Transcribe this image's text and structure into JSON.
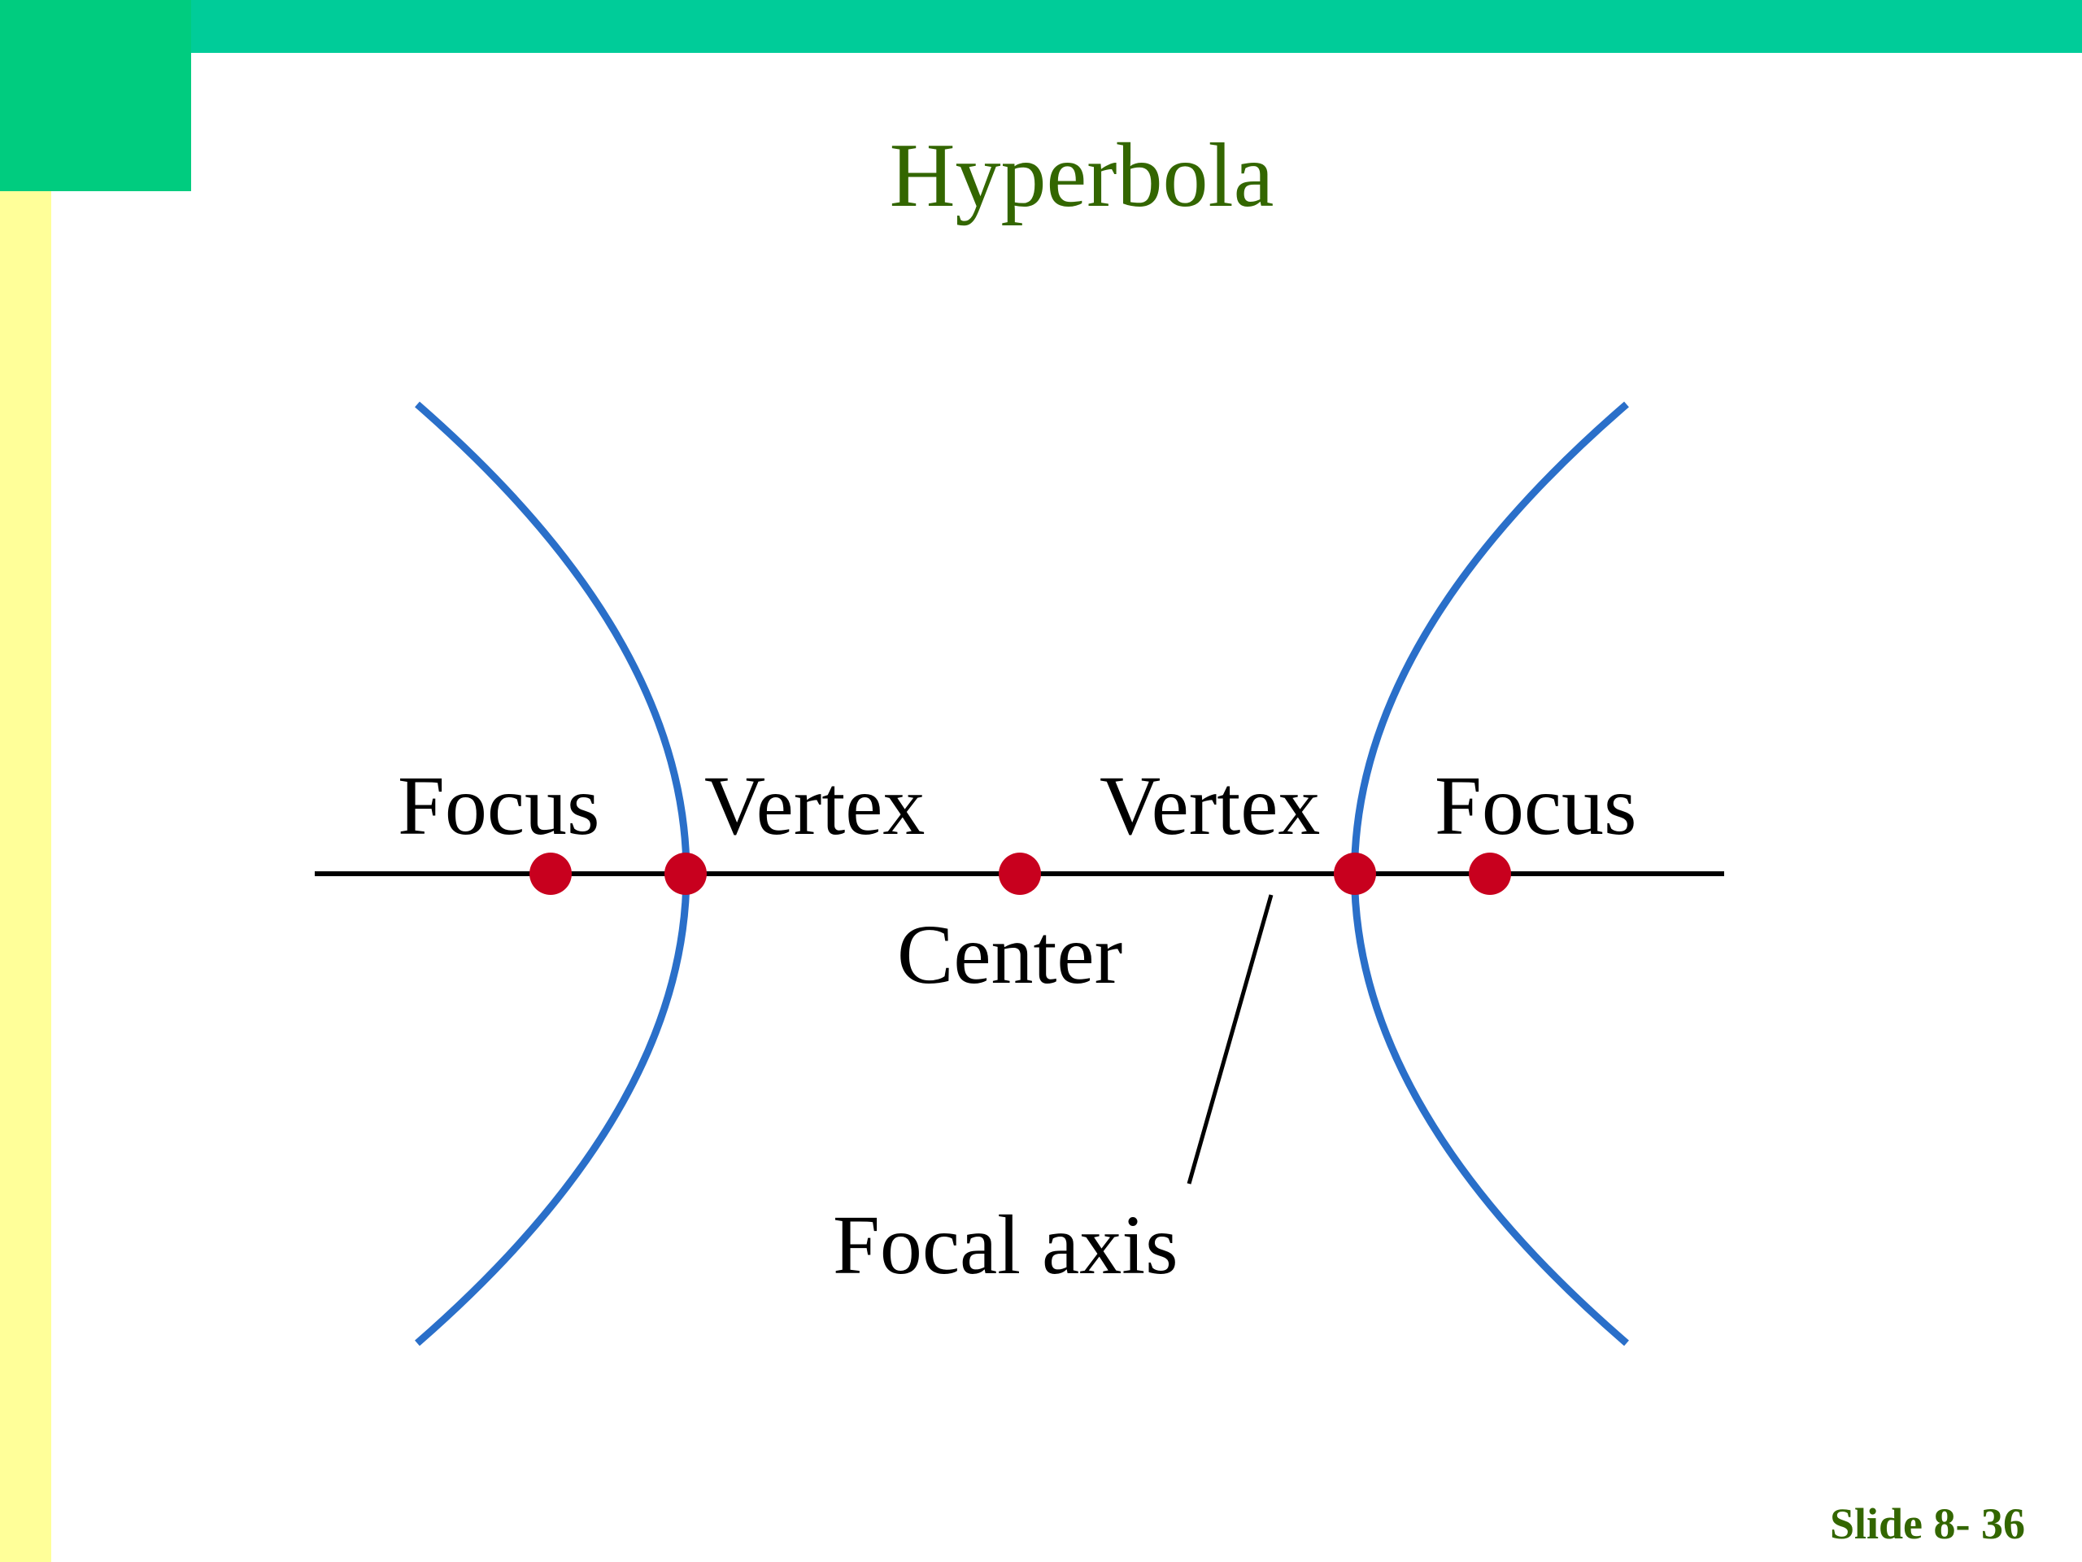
{
  "slide": {
    "title": "Hyperbola",
    "slide_number": "Slide 8- 36"
  },
  "diagram": {
    "labels": {
      "left_focus": "Focus",
      "left_vertex": "Vertex",
      "right_vertex": "Vertex",
      "right_focus": "Focus",
      "center": "Center",
      "focal_axis": "Focal axis"
    },
    "colors": {
      "curve": "#2a6fc9",
      "point": "#c8001e",
      "axis": "#000000"
    }
  },
  "theme": {
    "top_bar": "#00cc99",
    "corner_block": "#00cc7f",
    "left_stripe": "#ffff99",
    "title_color": "#336600"
  }
}
